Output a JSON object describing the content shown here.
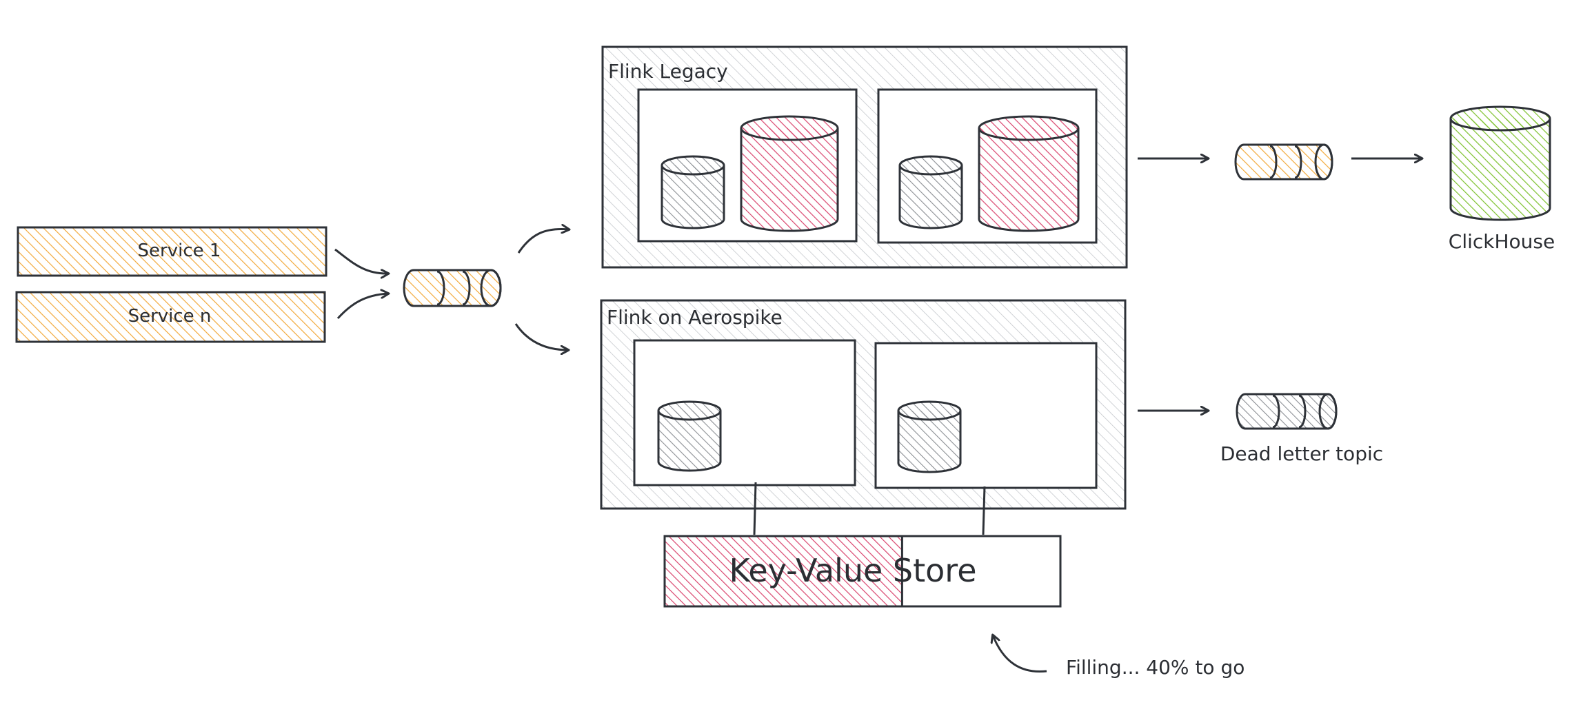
{
  "colors": {
    "ink": "#2e3238",
    "service": "#f2a93b",
    "legacy_store": "#d9456e",
    "local_store": "#8c8f94",
    "clickhouse": "#7dc12d",
    "dlq": "#8c8f94",
    "cluster_fill": "#c5c8cc"
  },
  "services": [
    {
      "label": "Service 1"
    },
    {
      "label": "Service n"
    }
  ],
  "clusters": {
    "legacy": {
      "title": "Flink Legacy"
    },
    "aerospike": {
      "title": "Flink on Aerospike"
    }
  },
  "sinks": {
    "clickhouse": {
      "label": "ClickHouse"
    },
    "dead_letter": {
      "label": "Dead letter topic"
    }
  },
  "kv_store": {
    "label": "Key-Value Store",
    "fill_fraction": 0.6
  },
  "annotation": {
    "text": "Filling... 40% to go"
  },
  "icons": {
    "queue": "queue-icon",
    "database": "database-icon",
    "arrow": "arrow-icon"
  }
}
